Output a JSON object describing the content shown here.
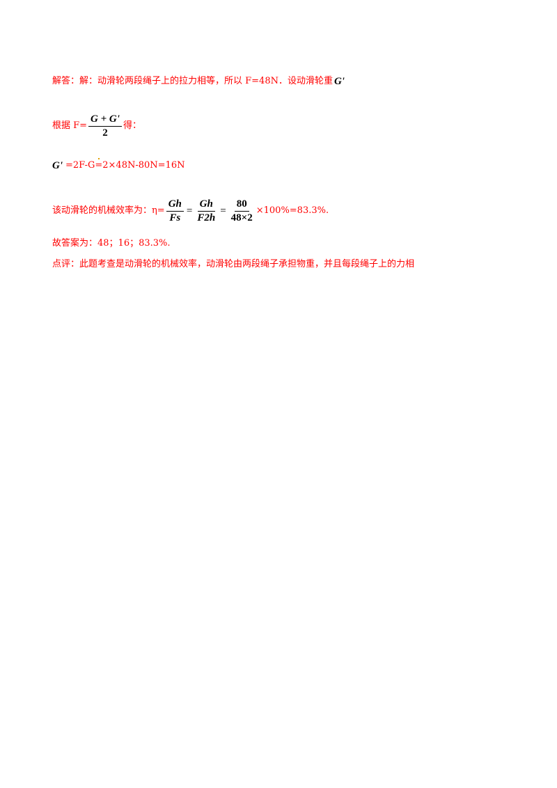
{
  "line1": {
    "text": "解答：解：动滑轮两段绳子上的拉力相等，所以 F=48N．设动滑轮重",
    "symbol": "G'"
  },
  "line2": {
    "prefix": "根据 F=",
    "frac_num": "G + G'",
    "frac_den": "2",
    "suffix": "得："
  },
  "line3": {
    "symbol": "G'",
    "text": "=2F-G=2×48N-80N=16N"
  },
  "line4": {
    "prefix": "该动滑轮的机械效率为：η=",
    "frac1_num": "Gh",
    "frac1_den": "Fs",
    "eq1": "=",
    "frac2_num": "Gh",
    "frac2_den": "F2h",
    "eq2": "=",
    "frac3_num": "80",
    "frac3_den": "48×2",
    "suffix": "×100%=83.3%."
  },
  "line5": {
    "text": "故答案为：48；16；83.3%."
  },
  "line6": {
    "text": "点评：此题考查是动滑轮的机械效率，动滑轮由两段绳子承担物重，并且每段绳子上的力相"
  }
}
